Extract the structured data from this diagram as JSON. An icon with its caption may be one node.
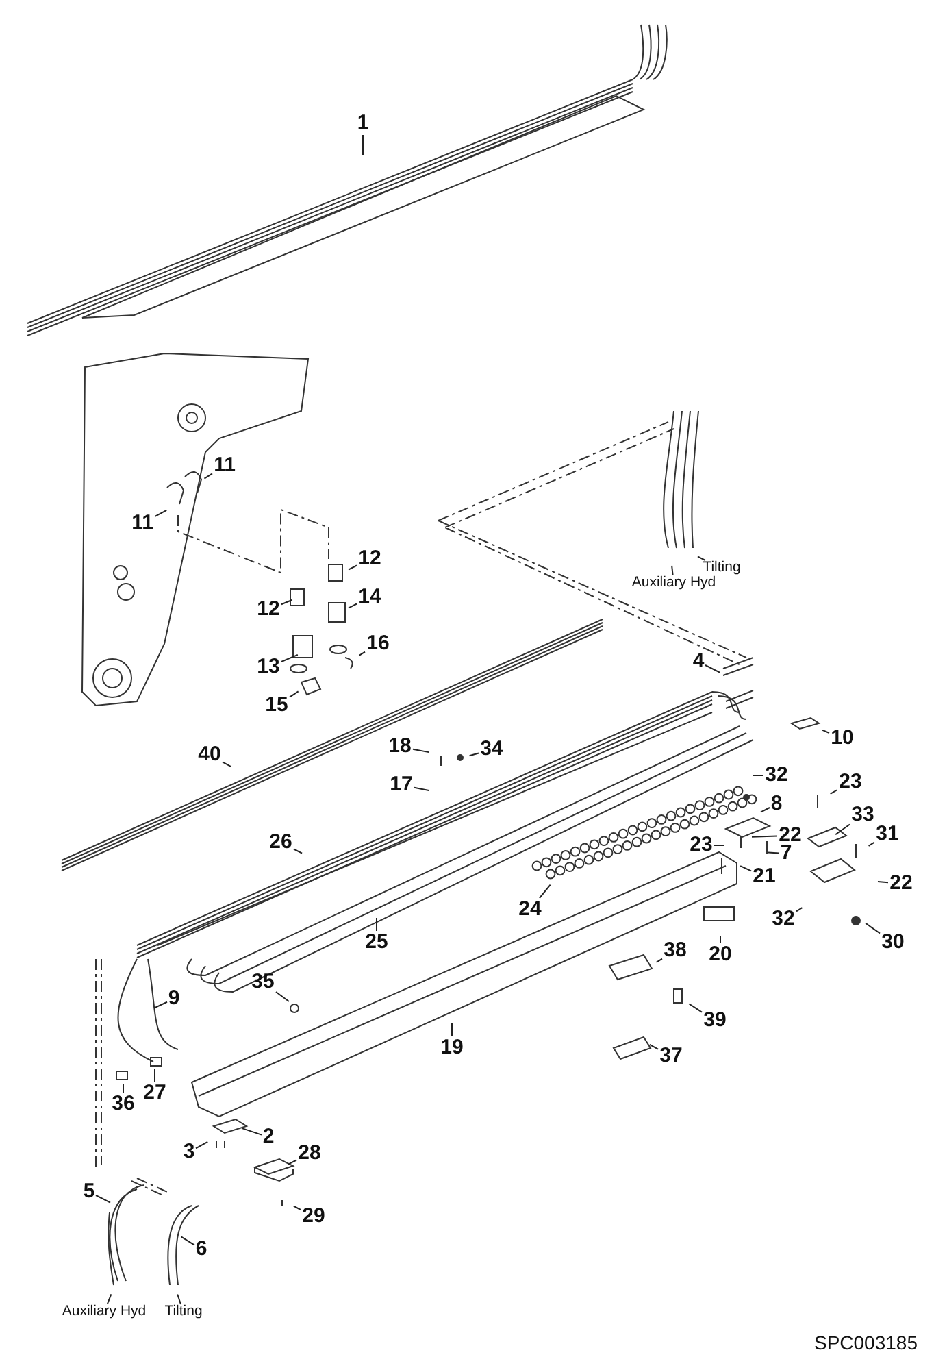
{
  "diagram": {
    "nodes": [
      {
        "text": [
          "1"
        ]
      },
      {
        "text": [
          "11"
        ]
      },
      {
        "text": [
          "11"
        ]
      },
      {
        "text": [
          "Tilting"
        ]
      },
      {
        "text": [
          "Auxiliary Hyd"
        ]
      },
      {
        "text": [
          "12"
        ]
      },
      {
        "text": [
          "12"
        ]
      },
      {
        "text": [
          "14"
        ]
      },
      {
        "text": [
          "13"
        ]
      },
      {
        "text": [
          "16"
        ]
      },
      {
        "text": [
          "15"
        ]
      },
      {
        "text": [
          "4"
        ]
      },
      {
        "text": [
          "10"
        ]
      },
      {
        "text": [
          "40"
        ]
      },
      {
        "text": [
          "18"
        ]
      },
      {
        "text": [
          "34"
        ]
      },
      {
        "text": [
          "17"
        ]
      },
      {
        "text": [
          "32"
        ]
      },
      {
        "text": [
          "23"
        ]
      },
      {
        "text": [
          "8"
        ]
      },
      {
        "text": [
          "33"
        ]
      },
      {
        "text": [
          "22"
        ]
      },
      {
        "text": [
          "23"
        ]
      },
      {
        "text": [
          "7"
        ]
      },
      {
        "text": [
          "31"
        ]
      },
      {
        "text": [
          "26"
        ]
      },
      {
        "text": [
          "21"
        ]
      },
      {
        "text": [
          "22"
        ]
      },
      {
        "text": [
          "24"
        ]
      },
      {
        "text": [
          "32"
        ]
      },
      {
        "text": [
          "30"
        ]
      },
      {
        "text": [
          "25"
        ]
      },
      {
        "text": [
          "20"
        ]
      },
      {
        "text": [
          "38"
        ]
      },
      {
        "text": [
          "35"
        ]
      },
      {
        "text": [
          "9"
        ]
      },
      {
        "text": [
          "39"
        ]
      },
      {
        "text": [
          "19"
        ]
      },
      {
        "text": [
          "37"
        ]
      },
      {
        "text": [
          "27"
        ]
      },
      {
        "text": [
          "36"
        ]
      },
      {
        "text": [
          "2"
        ]
      },
      {
        "text": [
          "3"
        ]
      },
      {
        "text": [
          "28"
        ]
      },
      {
        "text": [
          "5"
        ]
      },
      {
        "text": [
          "29"
        ]
      },
      {
        "text": [
          "6"
        ]
      },
      {
        "text": [
          "Auxiliary Hyd"
        ]
      },
      {
        "text": [
          "Tilting"
        ]
      }
    ],
    "edges": [
      {
        "from": 0,
        "to": null,
        "arrow": "none"
      },
      {
        "from": 1,
        "to": null,
        "arrow": "none"
      },
      {
        "from": 2,
        "to": null,
        "arrow": "none"
      },
      {
        "from": 3,
        "to": null,
        "arrow": "none"
      },
      {
        "from": 4,
        "to": null,
        "arrow": "none"
      },
      {
        "from": 5,
        "to": null,
        "arrow": "none"
      },
      {
        "from": 6,
        "to": null,
        "arrow": "none"
      },
      {
        "from": 7,
        "to": null,
        "arrow": "none"
      },
      {
        "from": 8,
        "to": null,
        "arrow": "none"
      },
      {
        "from": 9,
        "to": null,
        "arrow": "none"
      },
      {
        "from": 10,
        "to": null,
        "arrow": "none"
      },
      {
        "from": 11,
        "to": null,
        "arrow": "none"
      },
      {
        "from": 12,
        "to": null,
        "arrow": "none"
      },
      {
        "from": 13,
        "to": null,
        "arrow": "none"
      },
      {
        "from": 14,
        "to": null,
        "arrow": "none"
      },
      {
        "from": 15,
        "to": null,
        "arrow": "none"
      },
      {
        "from": 16,
        "to": null,
        "arrow": "none"
      },
      {
        "from": 17,
        "to": null,
        "arrow": "none"
      },
      {
        "from": 18,
        "to": null,
        "arrow": "none"
      },
      {
        "from": 19,
        "to": null,
        "arrow": "none"
      },
      {
        "from": 20,
        "to": null,
        "arrow": "none"
      },
      {
        "from": 21,
        "to": null,
        "arrow": "none"
      },
      {
        "from": 22,
        "to": null,
        "arrow": "none"
      },
      {
        "from": 23,
        "to": null,
        "arrow": "none"
      },
      {
        "from": 24,
        "to": null,
        "arrow": "none"
      },
      {
        "from": 25,
        "to": null,
        "arrow": "none"
      },
      {
        "from": 26,
        "to": null,
        "arrow": "none"
      },
      {
        "from": 27,
        "to": null,
        "arrow": "none"
      },
      {
        "from": 28,
        "to": null,
        "arrow": "none"
      },
      {
        "from": 29,
        "to": null,
        "arrow": "none"
      },
      {
        "from": 30,
        "to": null,
        "arrow": "none"
      },
      {
        "from": 31,
        "to": null,
        "arrow": "none"
      },
      {
        "from": 32,
        "to": null,
        "arrow": "none"
      },
      {
        "from": 33,
        "to": null,
        "arrow": "none"
      },
      {
        "from": 34,
        "to": null,
        "arrow": "none"
      },
      {
        "from": 35,
        "to": null,
        "arrow": "none"
      },
      {
        "from": 36,
        "to": null,
        "arrow": "none"
      },
      {
        "from": 37,
        "to": null,
        "arrow": "none"
      },
      {
        "from": 38,
        "to": null,
        "arrow": "none"
      },
      {
        "from": 39,
        "to": null,
        "arrow": "none"
      },
      {
        "from": 40,
        "to": null,
        "arrow": "none"
      },
      {
        "from": 41,
        "to": null,
        "arrow": "none"
      },
      {
        "from": 42,
        "to": null,
        "arrow": "none"
      },
      {
        "from": 43,
        "to": null,
        "arrow": "none"
      },
      {
        "from": 44,
        "to": null,
        "arrow": "none"
      },
      {
        "from": 45,
        "to": null,
        "arrow": "none"
      },
      {
        "from": 46,
        "to": null,
        "arrow": "none"
      },
      {
        "from": 47,
        "to": null,
        "arrow": "none"
      },
      {
        "from": 48,
        "to": null,
        "arrow": "none"
      }
    ],
    "labels": [
      "SPC003185"
    ]
  }
}
